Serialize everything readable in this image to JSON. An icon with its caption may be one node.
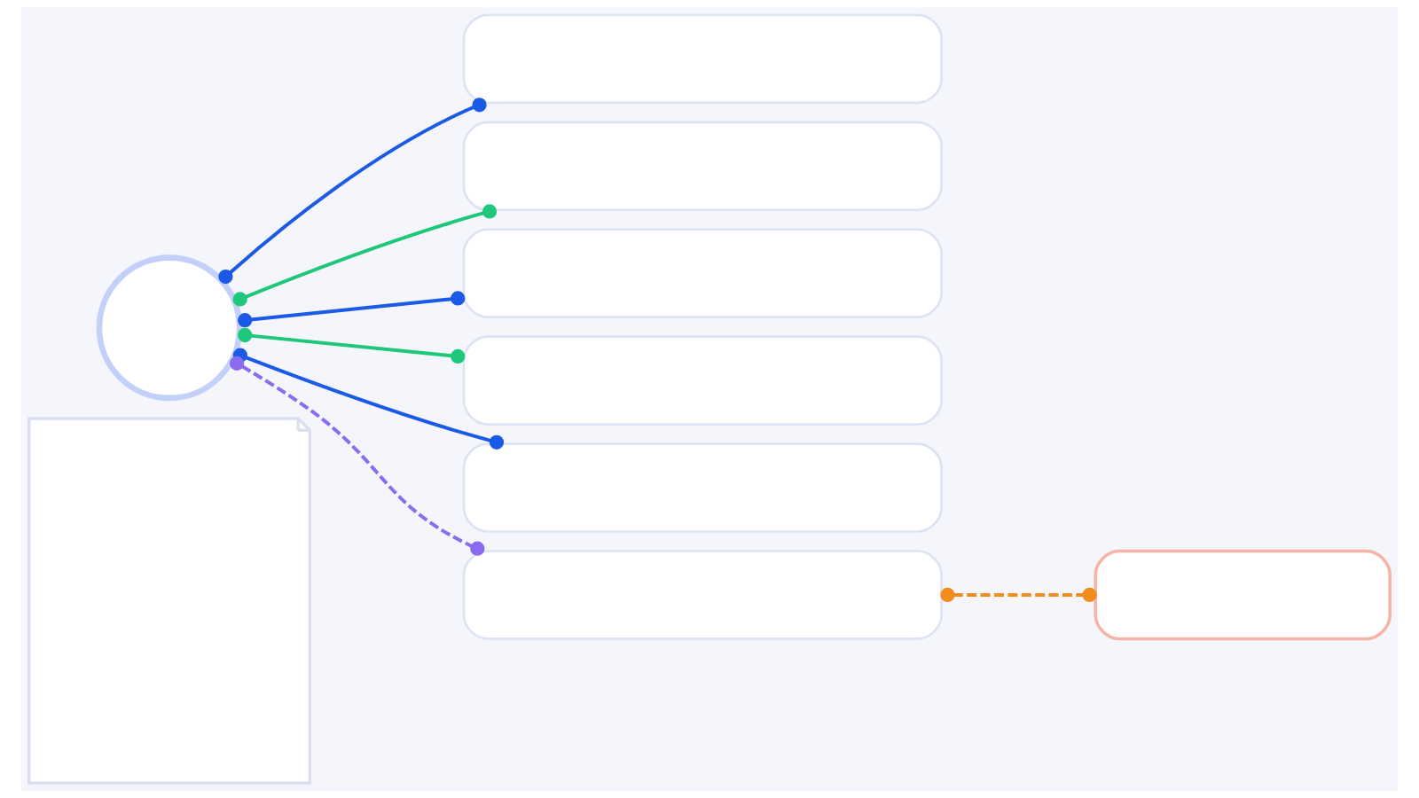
{
  "diagram": {
    "nodes": [
      {
        "text": [],
        "shape": "picture"
      },
      {
        "text": [],
        "shape": "circle"
      },
      {
        "text": [],
        "shape": "box"
      },
      {
        "text": [],
        "shape": "box"
      },
      {
        "text": [],
        "shape": "box"
      },
      {
        "text": [],
        "shape": "box"
      },
      {
        "text": [],
        "shape": "box"
      },
      {
        "text": [],
        "shape": "box"
      },
      {
        "text": [],
        "shape": "box"
      }
    ],
    "edges": [
      {
        "from": 1,
        "to": 2,
        "arrow": "other"
      },
      {
        "from": 1,
        "to": 3,
        "arrow": "other",
        "color": "#1fc77a"
      },
      {
        "from": 1,
        "to": 4,
        "arrow": "other"
      },
      {
        "from": 1,
        "to": 5,
        "arrow": "other",
        "color": "#1fc77a"
      },
      {
        "from": 1,
        "to": 6,
        "arrow": "other"
      },
      {
        "from": 1,
        "to": 7,
        "arrow": "other",
        "style": "dashed",
        "color": "#8b6cf0"
      },
      {
        "from": 7,
        "to": 8,
        "arrow": "other",
        "style": "dashed",
        "color": "#f28c1c"
      }
    ]
  }
}
